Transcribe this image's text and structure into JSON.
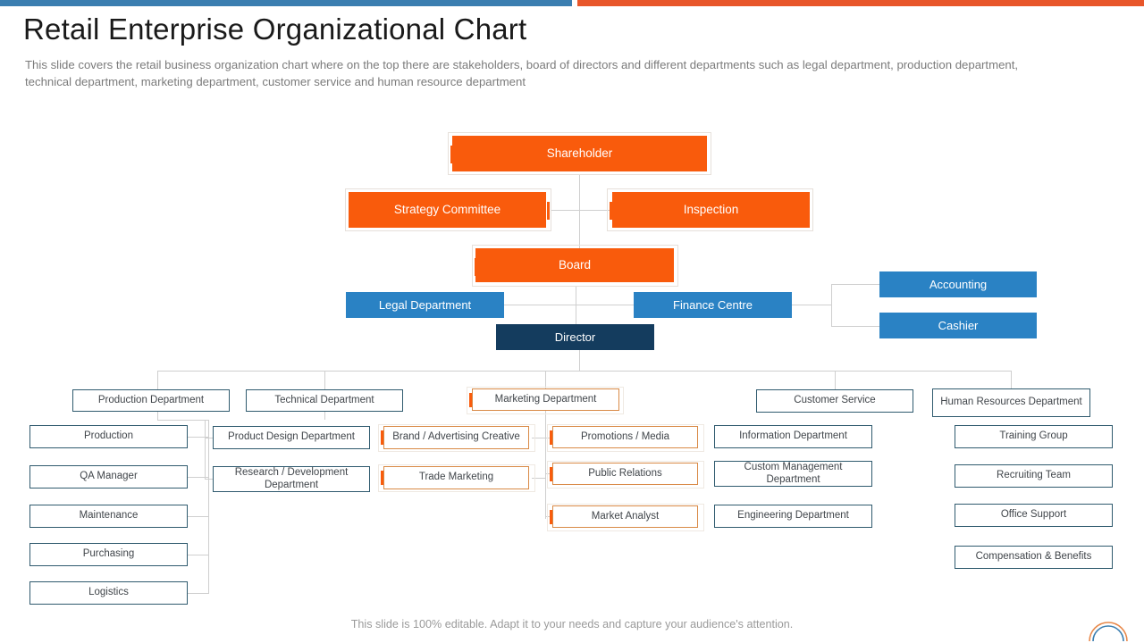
{
  "theme": {
    "bar_blue": "#3b7eb0",
    "bar_orange": "#e8562a",
    "node_orange": "#f95b0c",
    "node_blue": "#2a82c4",
    "node_navy": "#143c5e",
    "outline_teal": "#2f5a6e",
    "outline_orange": "#d98a46",
    "connector": "#cfcfcf",
    "text_muted": "#7b7b7b"
  },
  "header": {
    "title": "Retail Enterprise Organizational Chart",
    "subtitle": "This slide covers the retail business organization chart where on the top there are stakeholders, board of directors and different departments such as legal department, production department, technical department, marketing department, customer service and human resource department"
  },
  "footer": {
    "note": "This slide is 100% editable. Adapt it to your needs and capture your audience's attention.",
    "logo_name": "arc-logo-icon"
  },
  "chart_data": {
    "type": "diagram",
    "title": "Retail Enterprise Organizational Chart",
    "nodes": {
      "shareholder": "Shareholder",
      "strategy_committee": "Strategy Committee",
      "inspection": "Inspection",
      "board": "Board",
      "legal_department": "Legal Department",
      "finance_centre": "Finance Centre",
      "accounting": "Accounting",
      "cashier": "Cashier",
      "director": "Director",
      "production_department": "Production Department",
      "technical_department": "Technical Department",
      "marketing_department": "Marketing Department",
      "customer_service": "Customer Service",
      "human_resources_department": "Human Resources Department"
    },
    "columns": {
      "production": [
        "Production",
        "QA Manager",
        "Maintenance",
        "Purchasing",
        "Logistics"
      ],
      "technical": [
        "Product Design Department",
        "Research / Development Department"
      ],
      "marketing_left": [
        "Brand / Advertising Creative",
        "Trade Marketing"
      ],
      "marketing_right": [
        "Promotions / Media",
        "Public Relations",
        "Market Analyst"
      ],
      "customer_service": [
        "Information Department",
        "Custom Management Department",
        "Engineering Department"
      ],
      "human_resources": [
        "Training Group",
        "Recruiting Team",
        "Office Support",
        "Compensation & Benefits"
      ]
    },
    "edges": [
      [
        "shareholder",
        "strategy_committee"
      ],
      [
        "shareholder",
        "inspection"
      ],
      [
        "shareholder",
        "board"
      ],
      [
        "board",
        "legal_department"
      ],
      [
        "board",
        "finance_centre"
      ],
      [
        "board",
        "director"
      ],
      [
        "finance_centre",
        "accounting"
      ],
      [
        "finance_centre",
        "cashier"
      ],
      [
        "director",
        "production_department"
      ],
      [
        "director",
        "technical_department"
      ],
      [
        "director",
        "marketing_department"
      ],
      [
        "director",
        "customer_service"
      ],
      [
        "director",
        "human_resources_department"
      ]
    ]
  }
}
